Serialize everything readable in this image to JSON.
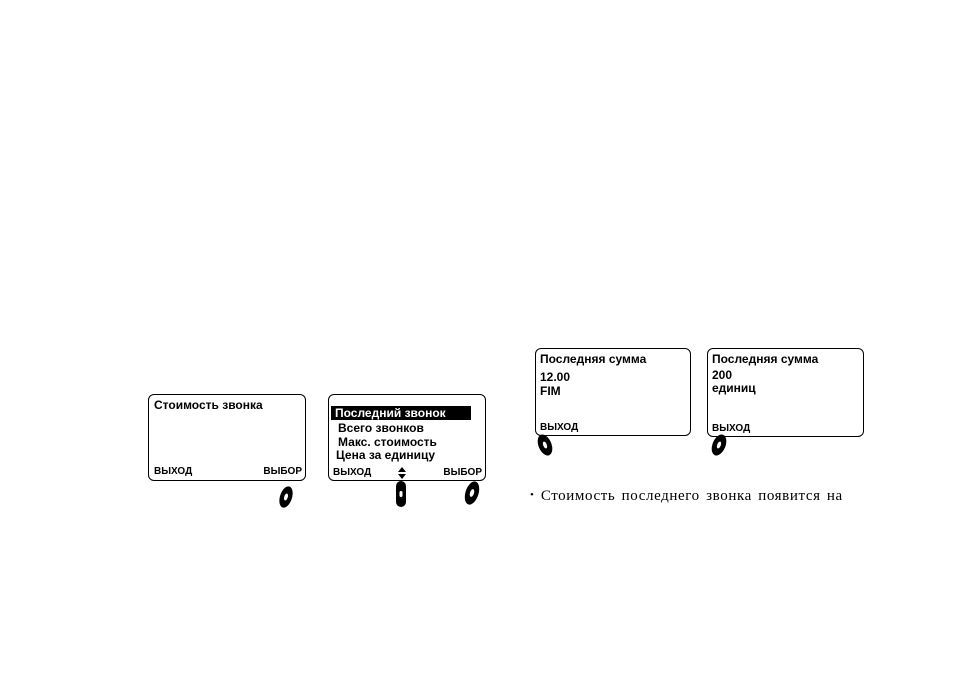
{
  "screens": {
    "call_cost": {
      "title": "Стоимость звонка",
      "left_softkey": "ВЫХОД",
      "right_softkey": "ВЫБОР"
    },
    "menu": {
      "items": [
        "Последний звонок",
        "Всего звонков",
        "Макс. стоимость",
        "Цена за единицу"
      ],
      "selected_index": 0,
      "left_softkey": "ВЫХОД",
      "right_softkey": "ВЫБОР"
    },
    "last_amount_currency": {
      "title": "Последняя сумма",
      "value": "12.00",
      "unit": "FIM",
      "left_softkey": "ВЫХОД"
    },
    "last_amount_units": {
      "title": "Последняя сумма",
      "value": "200",
      "unit": "единиц",
      "left_softkey": "ВЫХОД"
    }
  },
  "note": {
    "bullet": "•",
    "text": "Стоимость последнего звонка появится  на"
  }
}
